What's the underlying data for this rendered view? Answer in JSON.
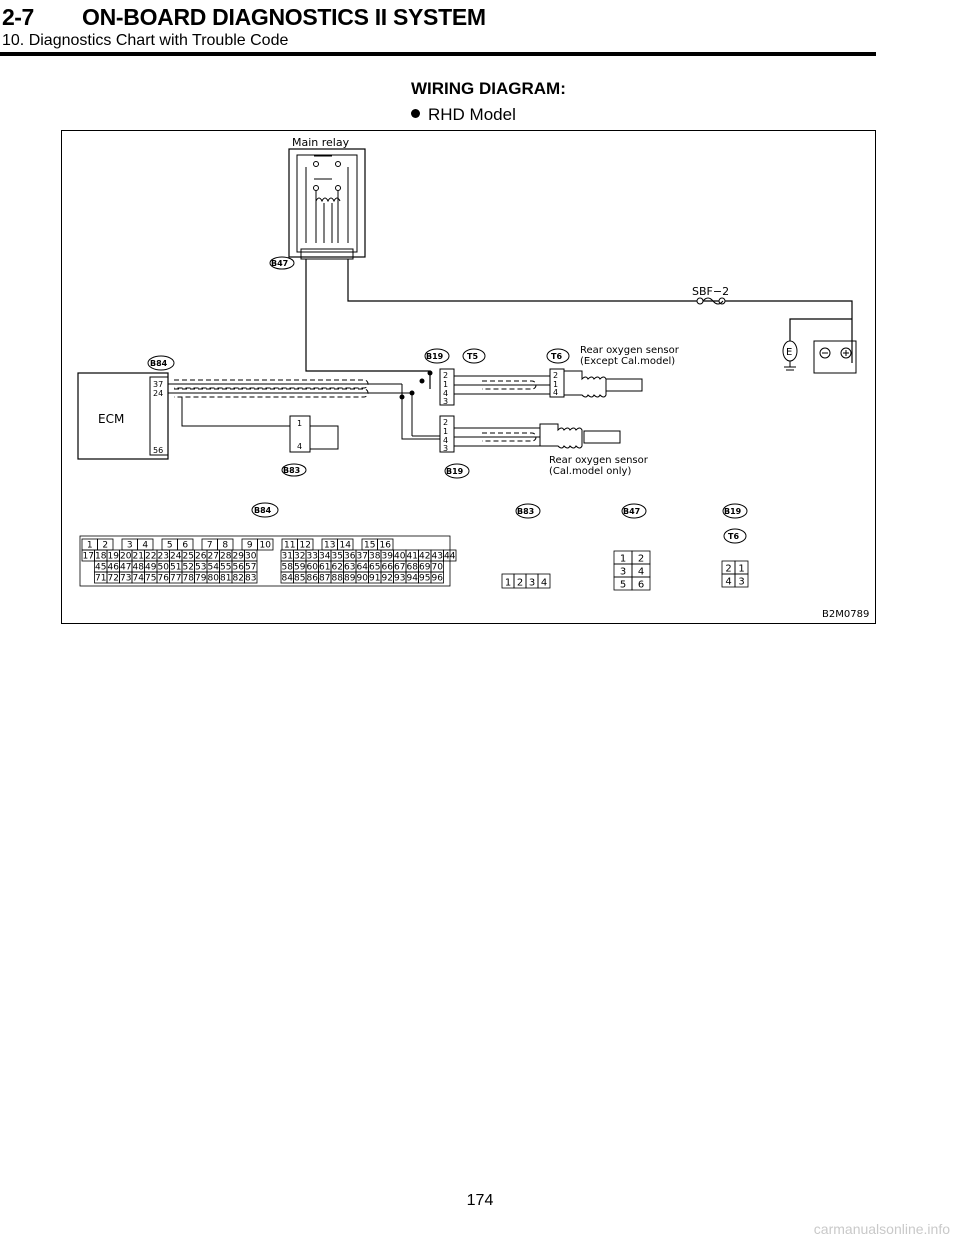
{
  "header": {
    "section_number": "2-7",
    "section_title": "ON-BOARD DIAGNOSTICS II SYSTEM",
    "subsection": "10. Diagnostics Chart with Trouble Code"
  },
  "diagram": {
    "heading": "WIRING DIAGRAM:",
    "model": "RHD Model",
    "figure_code": "B2M0789",
    "labels": {
      "main_relay": "Main relay",
      "fuse": "SBF−2",
      "ecm": "ECM",
      "sensor_except_line1": "Rear oxygen sensor",
      "sensor_except_line2": "(Except Cal.model)",
      "sensor_cal_line1": "Rear oxygen sensor",
      "sensor_cal_line2": "(Cal.model only)",
      "ground_e": "E"
    },
    "connectors": {
      "b47": "B47",
      "b84": "B84",
      "b83": "B83",
      "b19": "B19",
      "t5": "T5",
      "t6": "T6"
    },
    "pins": {
      "ecm_37": "37",
      "ecm_24": "24",
      "ecm_56": "56",
      "b83_1": "1",
      "b83_4": "4",
      "sensor": [
        "2",
        "1",
        "4",
        "3"
      ]
    },
    "pinout": {
      "b84_row1": [
        "1",
        "2",
        "3",
        "4",
        "5",
        "6",
        "7",
        "8",
        "9",
        "10",
        "11",
        "12",
        "13",
        "14",
        "15",
        "16"
      ],
      "b84_row2": [
        "17",
        "18",
        "19",
        "20",
        "21",
        "22",
        "23",
        "24",
        "25",
        "26",
        "27",
        "28",
        "29",
        "30",
        "31",
        "32",
        "33",
        "34",
        "35",
        "36",
        "37",
        "38",
        "39",
        "40",
        "41",
        "42",
        "43",
        "44"
      ],
      "b84_row3": [
        "45",
        "46",
        "47",
        "48",
        "49",
        "50",
        "51",
        "52",
        "53",
        "54",
        "55",
        "56",
        "57",
        "58",
        "59",
        "60",
        "61",
        "62",
        "63",
        "64",
        "65",
        "66",
        "67",
        "68",
        "69",
        "70"
      ],
      "b84_row4": [
        "71",
        "72",
        "73",
        "74",
        "75",
        "76",
        "77",
        "78",
        "79",
        "80",
        "81",
        "82",
        "83",
        "84",
        "85",
        "86",
        "87",
        "88",
        "89",
        "90",
        "91",
        "92",
        "93",
        "94",
        "95",
        "96"
      ],
      "b83": [
        "1",
        "2",
        "3",
        "4"
      ],
      "b47": [
        "1",
        "2",
        "3",
        "4",
        "5",
        "6"
      ],
      "t6": [
        "2",
        "1",
        "4",
        "3"
      ]
    }
  },
  "footer": {
    "page_number": "174",
    "watermark": "carmanualsonline.info"
  }
}
